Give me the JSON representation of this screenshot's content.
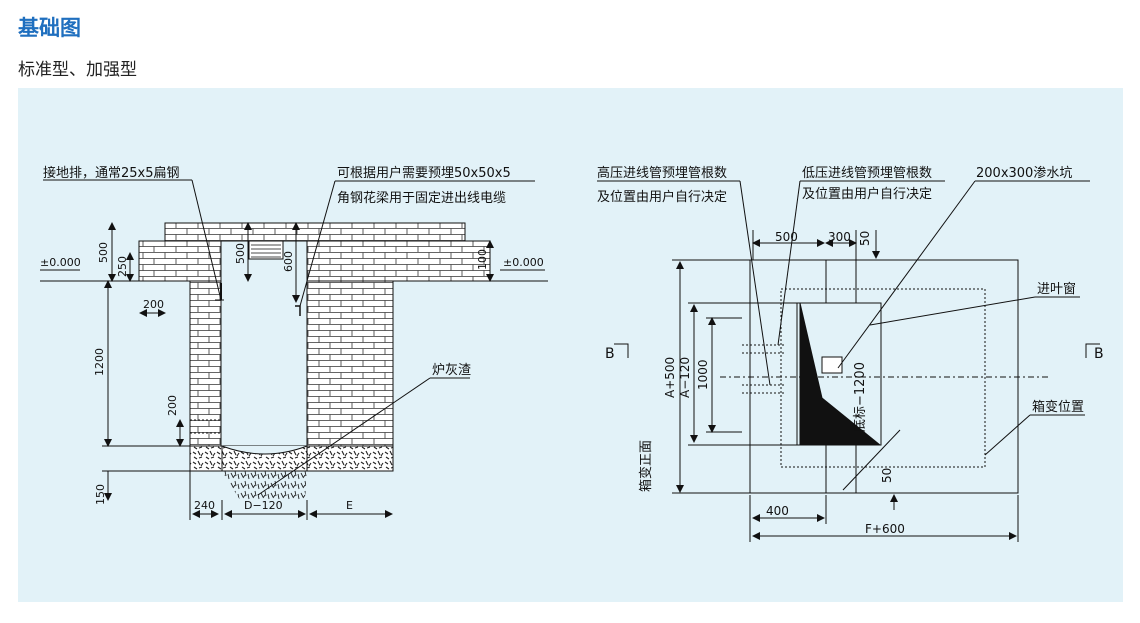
{
  "header": {
    "title": "基础图",
    "subtitle": "标准型、加强型"
  },
  "left_section": {
    "label_ground_bar": "接地排，通常25x5扁钢",
    "label_angle_steel_1": "可根据用户需要预埋50x50x5",
    "label_angle_steel_2": "角钢花梁用于固定进出线电缆",
    "label_slag": "炉灰渣",
    "level_left": "±0.000",
    "level_right": "±0.000",
    "dim_500_a": "500",
    "dim_250": "250",
    "dim_500_b": "500",
    "dim_600": "600",
    "dim_100": "100",
    "dim_200_a": "200",
    "dim_1200": "1200",
    "dim_200_b": "200",
    "dim_150": "150",
    "dim_240": "240",
    "dim_d120": "D−120",
    "dim_e": "E"
  },
  "right_section": {
    "label_hv_1": "高压进线管预埋管根数",
    "label_hv_2": "及位置由用户自行决定",
    "label_lv_1": "低压进线管预埋管根数",
    "label_lv_2": "及位置由用户自行决定",
    "label_pit": "200x300渗水坑",
    "label_louver": "进叶窗",
    "label_box_pos": "箱变位置",
    "label_front": "箱变正面",
    "label_base": "底标−1200",
    "section_b_left": "B",
    "section_b_right": "B",
    "dim_500": "500",
    "dim_300": "300",
    "dim_50_top": "50",
    "dim_a500": "A+500",
    "dim_a120": "A−120",
    "dim_1000": "1000",
    "dim_50_bottom": "50",
    "dim_400": "400",
    "dim_f600": "F+600"
  }
}
